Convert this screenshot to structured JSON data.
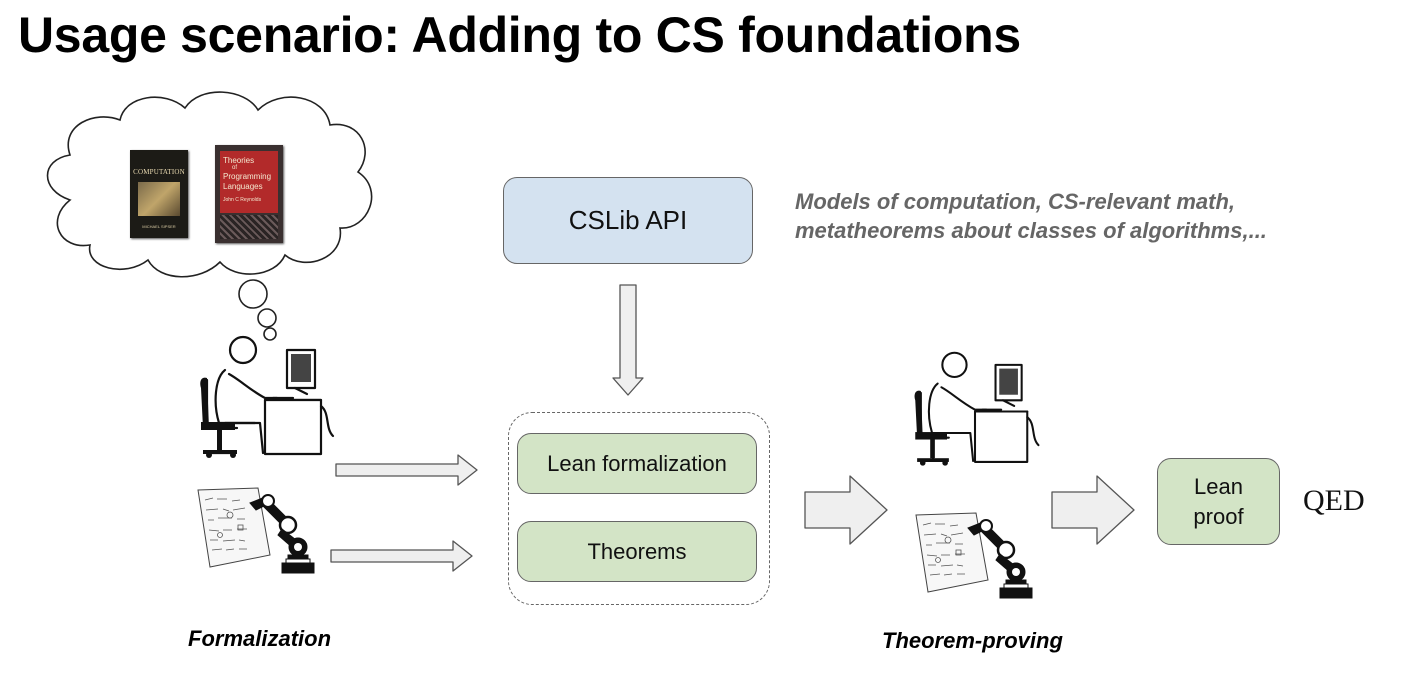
{
  "slide": {
    "title": "Usage scenario: Adding to CS foundations"
  },
  "boxes": {
    "api": "CSLib API",
    "lean_formalization": "Lean formalization",
    "theorems": "Theorems",
    "lean_proof_line1": "Lean",
    "lean_proof_line2": "proof"
  },
  "annotation": {
    "line1": "Models of computation, CS-relevant math,",
    "line2": "metatheorems about classes of algorithms,..."
  },
  "books": {
    "book1_title": "COMPUTATION",
    "book1_author": "MICHAEL SIPSER",
    "book2_line1": "Theories",
    "book2_line2": "of",
    "book2_line3": "Programming",
    "book2_line4": "Languages",
    "book2_author": "John C Reynolds"
  },
  "captions": {
    "formalization": "Formalization",
    "theorem_proving": "Theorem-proving"
  },
  "qed": "QED",
  "colors": {
    "api_fill": "#d4e2f0",
    "green_fill": "#d3e4c6",
    "arrow_fill": "#efefef",
    "annotation_text": "#666666",
    "book2_cover": "#b22a2a"
  },
  "icons": [
    "thought-cloud-icon",
    "person-at-computer-icon",
    "robot-arm-icon",
    "arrow-right-icon",
    "arrow-down-icon"
  ]
}
